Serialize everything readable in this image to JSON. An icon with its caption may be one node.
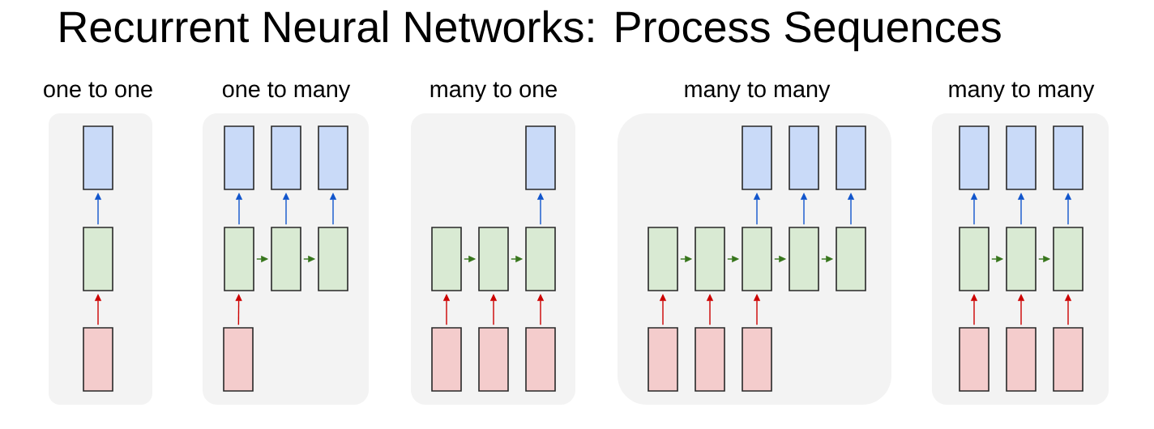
{
  "diagram": {
    "title": "Recurrent Neural Networks: Process Sequences",
    "nodes": [
      {
        "text": [
          "one to one"
        ]
      },
      {
        "text": [],
        "shape": "box",
        "in": 0
      },
      {
        "text": [],
        "shape": "box",
        "in": 0
      },
      {
        "text": [],
        "shape": "box",
        "in": 0
      },
      {
        "text": [
          "one to many"
        ]
      },
      {
        "text": [],
        "shape": "box",
        "in": 4
      },
      {
        "text": [],
        "shape": "box",
        "in": 4
      },
      {
        "text": [],
        "shape": "box",
        "in": 4
      },
      {
        "text": [],
        "shape": "box",
        "in": 4
      },
      {
        "text": [],
        "shape": "box",
        "in": 4
      },
      {
        "text": [],
        "shape": "box",
        "in": 4
      },
      {
        "text": [],
        "shape": "box",
        "in": 4
      },
      {
        "text": [
          "many to one"
        ]
      },
      {
        "text": [],
        "shape": "box",
        "in": 12
      },
      {
        "text": [],
        "shape": "box",
        "in": 12
      },
      {
        "text": [],
        "shape": "box",
        "in": 12
      },
      {
        "text": [],
        "shape": "box",
        "in": 12
      },
      {
        "text": [],
        "shape": "box",
        "in": 12
      },
      {
        "text": [],
        "shape": "box",
        "in": 12
      },
      {
        "text": [],
        "shape": "box",
        "in": 12
      },
      {
        "text": [
          "many to many"
        ]
      },
      {
        "text": [],
        "shape": "box",
        "in": 20
      },
      {
        "text": [],
        "shape": "box",
        "in": 20
      },
      {
        "text": [],
        "shape": "box",
        "in": 20
      },
      {
        "text": [],
        "shape": "box",
        "in": 20
      },
      {
        "text": [],
        "shape": "box",
        "in": 20
      },
      {
        "text": [],
        "shape": "box",
        "in": 20
      },
      {
        "text": [],
        "shape": "box",
        "in": 20
      },
      {
        "text": [],
        "shape": "box",
        "in": 20
      },
      {
        "text": [],
        "shape": "box",
        "in": 20
      },
      {
        "text": [],
        "shape": "box",
        "in": 20
      },
      {
        "text": [],
        "shape": "box",
        "in": 20
      },
      {
        "text": [
          "many to many"
        ]
      },
      {
        "text": [],
        "shape": "box",
        "in": 32
      },
      {
        "text": [],
        "shape": "box",
        "in": 32
      },
      {
        "text": [],
        "shape": "box",
        "in": 32
      },
      {
        "text": [],
        "shape": "box",
        "in": 32
      },
      {
        "text": [],
        "shape": "box",
        "in": 32
      },
      {
        "text": [],
        "shape": "box",
        "in": 32
      },
      {
        "text": [],
        "shape": "box",
        "in": 32
      },
      {
        "text": [],
        "shape": "box",
        "in": 32
      },
      {
        "text": [],
        "shape": "box",
        "in": 32
      }
    ],
    "edges": [
      {
        "from": 3,
        "to": 2,
        "arrow": "to",
        "color": "#cc0000"
      },
      {
        "from": 2,
        "to": 1,
        "arrow": "to",
        "color": "#1155cc"
      },
      {
        "from": 11,
        "to": 8,
        "arrow": "to",
        "color": "#cc0000"
      },
      {
        "from": 8,
        "to": 5,
        "arrow": "to",
        "color": "#1155cc"
      },
      {
        "from": 9,
        "to": 6,
        "arrow": "to",
        "color": "#1155cc"
      },
      {
        "from": 10,
        "to": 7,
        "arrow": "to",
        "color": "#1155cc"
      },
      {
        "from": 8,
        "to": 9,
        "arrow": "to",
        "color": "#38761d"
      },
      {
        "from": 9,
        "to": 10,
        "arrow": "to",
        "color": "#38761d"
      },
      {
        "from": 17,
        "to": 14,
        "arrow": "to",
        "color": "#cc0000"
      },
      {
        "from": 18,
        "to": 15,
        "arrow": "to",
        "color": "#cc0000"
      },
      {
        "from": 19,
        "to": 16,
        "arrow": "to",
        "color": "#cc0000"
      },
      {
        "from": 16,
        "to": 13,
        "arrow": "to",
        "color": "#1155cc"
      },
      {
        "from": 14,
        "to": 15,
        "arrow": "to",
        "color": "#38761d"
      },
      {
        "from": 15,
        "to": 16,
        "arrow": "to",
        "color": "#38761d"
      },
      {
        "from": 29,
        "to": 24,
        "arrow": "to",
        "color": "#cc0000"
      },
      {
        "from": 30,
        "to": 25,
        "arrow": "to",
        "color": "#cc0000"
      },
      {
        "from": 31,
        "to": 26,
        "arrow": "to",
        "color": "#cc0000"
      },
      {
        "from": 26,
        "to": 21,
        "arrow": "to",
        "color": "#1155cc"
      },
      {
        "from": 27,
        "to": 22,
        "arrow": "to",
        "color": "#1155cc"
      },
      {
        "from": 28,
        "to": 23,
        "arrow": "to",
        "color": "#1155cc"
      },
      {
        "from": 24,
        "to": 25,
        "arrow": "to",
        "color": "#38761d"
      },
      {
        "from": 25,
        "to": 26,
        "arrow": "to",
        "color": "#38761d"
      },
      {
        "from": 26,
        "to": 27,
        "arrow": "to",
        "color": "#38761d"
      },
      {
        "from": 27,
        "to": 28,
        "arrow": "to",
        "color": "#38761d"
      },
      {
        "from": 39,
        "to": 36,
        "arrow": "to",
        "color": "#cc0000"
      },
      {
        "from": 40,
        "to": 37,
        "arrow": "to",
        "color": "#cc0000"
      },
      {
        "from": 41,
        "to": 38,
        "arrow": "to",
        "color": "#cc0000"
      },
      {
        "from": 36,
        "to": 33,
        "arrow": "to",
        "color": "#1155cc"
      },
      {
        "from": 37,
        "to": 34,
        "arrow": "to",
        "color": "#1155cc"
      },
      {
        "from": 38,
        "to": 35,
        "arrow": "to",
        "color": "#1155cc"
      },
      {
        "from": 36,
        "to": 37,
        "arrow": "to",
        "color": "#38761d"
      },
      {
        "from": 37,
        "to": 38,
        "arrow": "to",
        "color": "#38761d"
      }
    ]
  }
}
